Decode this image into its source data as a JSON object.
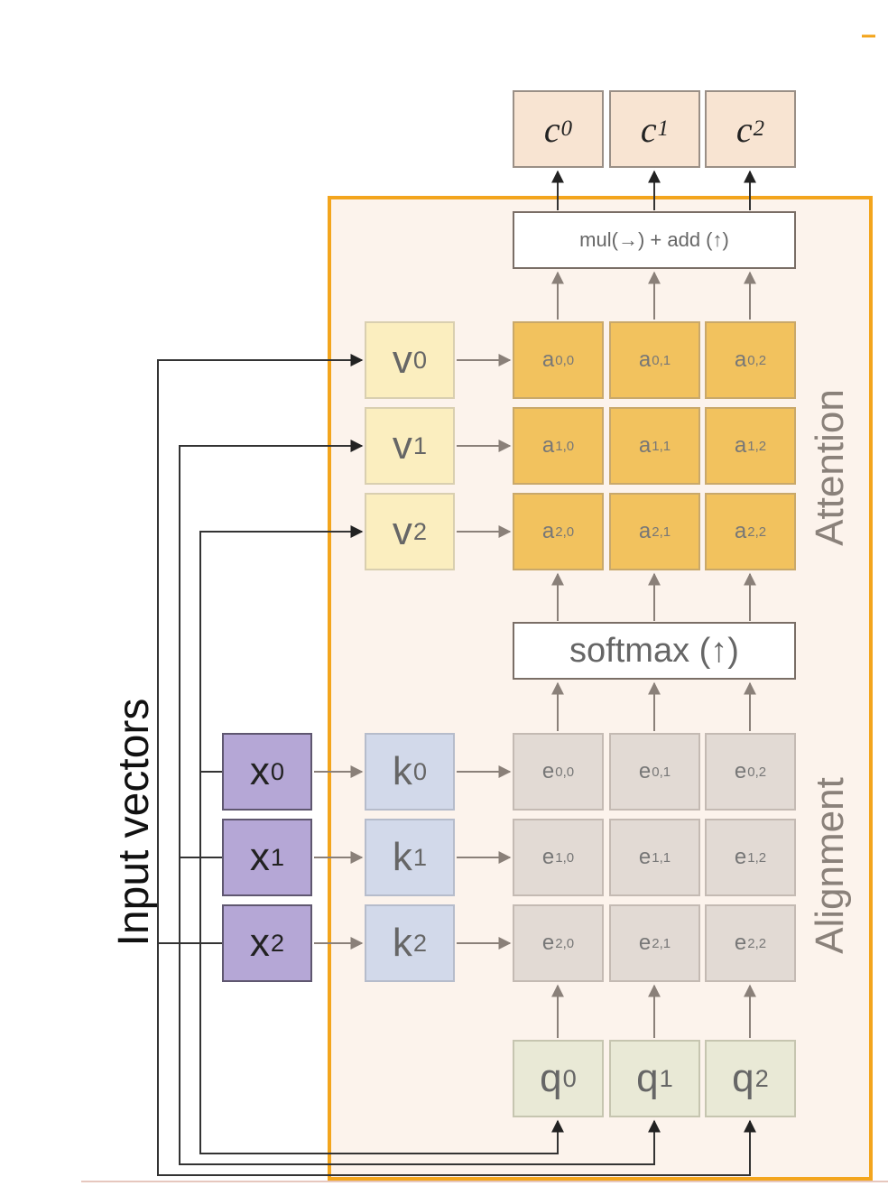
{
  "outputs": [
    {
      "sym": "c",
      "sub": "0"
    },
    {
      "sym": "c",
      "sub": "1"
    },
    {
      "sym": "c",
      "sub": "2"
    }
  ],
  "mul_add_label": "mul(→) + add (↑)",
  "softmax_label": "softmax (↑)",
  "values": [
    {
      "sym": "v",
      "sub": "0"
    },
    {
      "sym": "v",
      "sub": "1"
    },
    {
      "sym": "v",
      "sub": "2"
    }
  ],
  "keys": [
    {
      "sym": "k",
      "sub": "0"
    },
    {
      "sym": "k",
      "sub": "1"
    },
    {
      "sym": "k",
      "sub": "2"
    }
  ],
  "inputs": [
    {
      "sym": "x",
      "sub": "0"
    },
    {
      "sym": "x",
      "sub": "1"
    },
    {
      "sym": "x",
      "sub": "2"
    }
  ],
  "queries": [
    {
      "sym": "q",
      "sub": "0"
    },
    {
      "sym": "q",
      "sub": "1"
    },
    {
      "sym": "q",
      "sub": "2"
    }
  ],
  "attention_matrix": [
    [
      {
        "sym": "a",
        "sub": "0,0"
      },
      {
        "sym": "a",
        "sub": "0,1"
      },
      {
        "sym": "a",
        "sub": "0,2"
      }
    ],
    [
      {
        "sym": "a",
        "sub": "1,0"
      },
      {
        "sym": "a",
        "sub": "1,1"
      },
      {
        "sym": "a",
        "sub": "1,2"
      }
    ],
    [
      {
        "sym": "a",
        "sub": "2,0"
      },
      {
        "sym": "a",
        "sub": "2,1"
      },
      {
        "sym": "a",
        "sub": "2,2"
      }
    ]
  ],
  "alignment_matrix": [
    [
      {
        "sym": "e",
        "sub": "0,0"
      },
      {
        "sym": "e",
        "sub": "0,1"
      },
      {
        "sym": "e",
        "sub": "0,2"
      }
    ],
    [
      {
        "sym": "e",
        "sub": "1,0"
      },
      {
        "sym": "e",
        "sub": "1,1"
      },
      {
        "sym": "e",
        "sub": "1,2"
      }
    ],
    [
      {
        "sym": "e",
        "sub": "2,0"
      },
      {
        "sym": "e",
        "sub": "2,1"
      },
      {
        "sym": "e",
        "sub": "2,2"
      }
    ]
  ],
  "side_labels": {
    "attention": "Attention",
    "alignment": "Alignment",
    "input": "Input vectors"
  },
  "colors": {
    "frame": "#f3a51d",
    "frame_fill": "#fcf3ec",
    "output_fill": "#f8e4d2",
    "value_fill": "#fbeebf",
    "attention_fill": "#f2c25e",
    "key_fill": "#d2d9ea",
    "input_fill": "#b5a7d6",
    "alignment_fill": "#e2dad4",
    "query_fill": "#e9e9d6",
    "line": "#333333",
    "arrow": "#8a8079"
  }
}
